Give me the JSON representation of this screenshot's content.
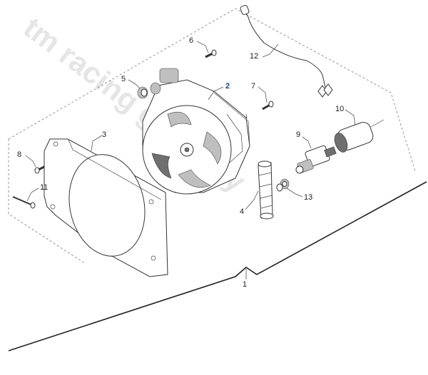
{
  "watermark": "tm racing germany",
  "highlight_color": "#1a3f8f",
  "parts": [
    {
      "id": "p1",
      "label": "1"
    },
    {
      "id": "p2",
      "label": "2"
    },
    {
      "id": "p3",
      "label": "3"
    },
    {
      "id": "p4",
      "label": "4"
    },
    {
      "id": "p5",
      "label": "5"
    },
    {
      "id": "p6",
      "label": "6"
    },
    {
      "id": "p7",
      "label": "7"
    },
    {
      "id": "p8",
      "label": "8"
    },
    {
      "id": "p9",
      "label": "9"
    },
    {
      "id": "p10",
      "label": "10"
    },
    {
      "id": "p11",
      "label": "11"
    },
    {
      "id": "p12",
      "label": "12"
    },
    {
      "id": "p13",
      "label": "13"
    }
  ]
}
